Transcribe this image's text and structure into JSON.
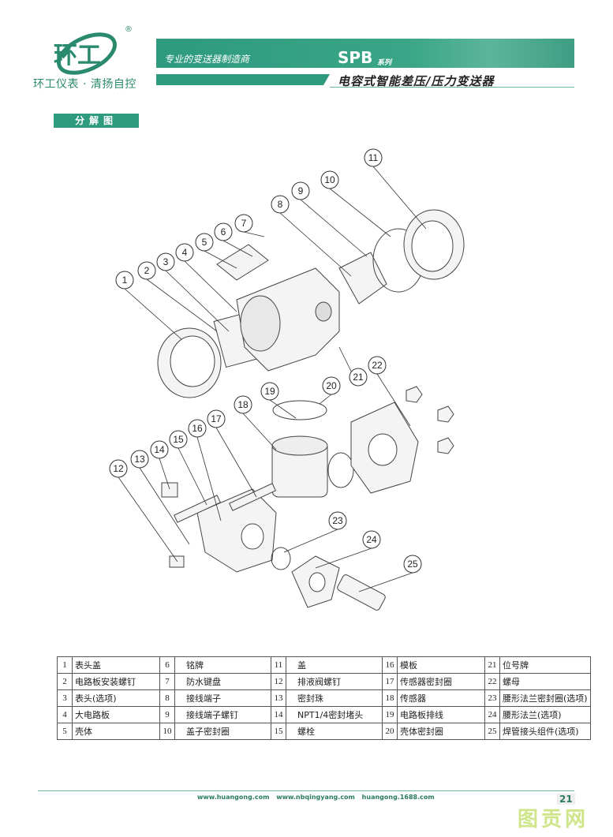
{
  "header": {
    "brand": "环工仪表 · 清扬自控",
    "registered": "®",
    "slogan": "专业的变送器制造商",
    "series_code": "SPB",
    "series_suffix": "系列",
    "product_title": "电容式智能差压/压力变送器"
  },
  "section_title": "分解图",
  "diagram": {
    "callouts": [
      "1",
      "2",
      "3",
      "4",
      "5",
      "6",
      "7",
      "8",
      "9",
      "10",
      "11",
      "12",
      "13",
      "14",
      "15",
      "16",
      "17",
      "18",
      "19",
      "20",
      "21",
      "22",
      "23",
      "24",
      "25"
    ]
  },
  "parts": [
    [
      {
        "n": "1",
        "name": "表头盖"
      },
      {
        "n": "6",
        "name": "铭牌"
      },
      {
        "n": "11",
        "name": "盖"
      },
      {
        "n": "16",
        "name": "模板"
      },
      {
        "n": "21",
        "name": "位号牌"
      }
    ],
    [
      {
        "n": "2",
        "name": "电路板安装螺钉"
      },
      {
        "n": "7",
        "name": "防水键盘"
      },
      {
        "n": "12",
        "name": "排液阀螺钉"
      },
      {
        "n": "17",
        "name": "传感器密封圈"
      },
      {
        "n": "22",
        "name": "螺母"
      }
    ],
    [
      {
        "n": "3",
        "name": "表头(选项)"
      },
      {
        "n": "8",
        "name": "接线端子"
      },
      {
        "n": "13",
        "name": "密封珠"
      },
      {
        "n": "18",
        "name": "传感器"
      },
      {
        "n": "23",
        "name": "腰形法兰密封圈(选项)"
      }
    ],
    [
      {
        "n": "4",
        "name": "大电路板"
      },
      {
        "n": "9",
        "name": "接线端子螺钉"
      },
      {
        "n": "14",
        "name": "NPT1/4密封堵头"
      },
      {
        "n": "19",
        "name": "电路板排线"
      },
      {
        "n": "24",
        "name": "腰形法兰(选项)"
      }
    ],
    [
      {
        "n": "5",
        "name": "壳体"
      },
      {
        "n": "10",
        "name": "盖子密封圈"
      },
      {
        "n": "15",
        "name": "螺栓"
      },
      {
        "n": "20",
        "name": "壳体密封圈"
      },
      {
        "n": "25",
        "name": "焊管接头组件(选项)"
      }
    ]
  ],
  "footer": {
    "websites": "www.huangong.com www.nbqingyang.com huangong.1688.com",
    "page_number": "21",
    "watermark": "图贡网"
  },
  "colors": {
    "brand_green": "#2e9a7e"
  }
}
